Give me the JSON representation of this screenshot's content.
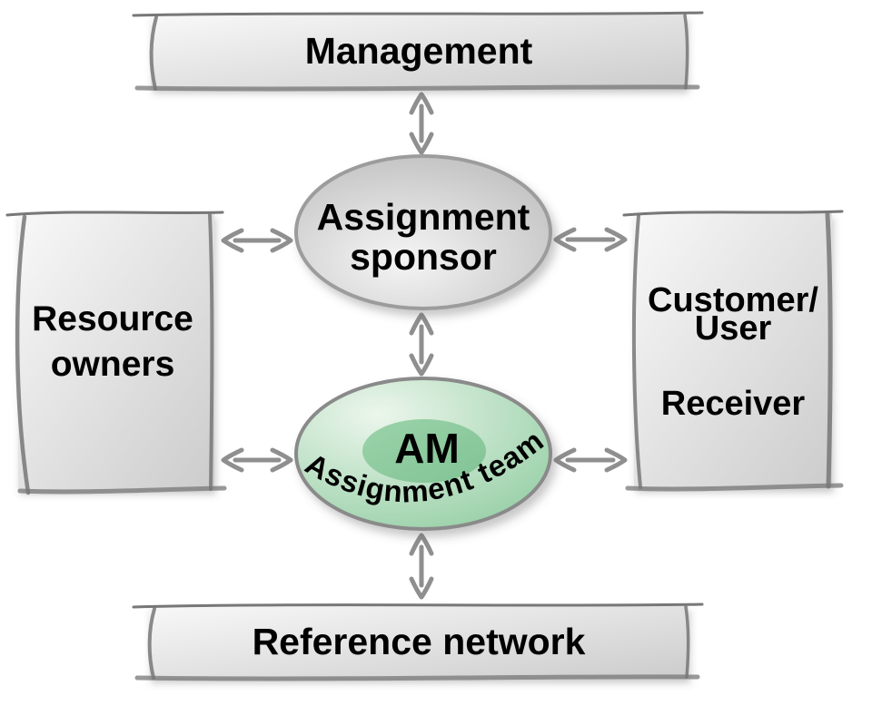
{
  "diagram": {
    "nodes": {
      "management": {
        "label": "Management"
      },
      "assignment_sponsor": {
        "line1": "Assignment",
        "line2": "sponsor"
      },
      "resource_owners": {
        "line1": "Resource",
        "line2": "owners"
      },
      "customer_user_receiver": {
        "line1": "Customer/",
        "line2": "User",
        "line3": "Receiver"
      },
      "assignment_team": {
        "abbr": "AM",
        "label": "Assignment team"
      },
      "reference_network": {
        "label": "Reference network"
      }
    },
    "connections": [
      {
        "from": "management",
        "to": "assignment_sponsor",
        "type": "bidirectional"
      },
      {
        "from": "resource_owners",
        "to": "assignment_sponsor",
        "type": "bidirectional"
      },
      {
        "from": "assignment_sponsor",
        "to": "customer_user_receiver",
        "type": "bidirectional"
      },
      {
        "from": "assignment_sponsor",
        "to": "assignment_team",
        "type": "bidirectional"
      },
      {
        "from": "resource_owners",
        "to": "assignment_team",
        "type": "bidirectional"
      },
      {
        "from": "assignment_team",
        "to": "customer_user_receiver",
        "type": "bidirectional"
      },
      {
        "from": "assignment_team",
        "to": "reference_network",
        "type": "bidirectional"
      }
    ],
    "colors": {
      "box_fill_light": "#f8f8f8",
      "box_fill_dark": "#cccccc",
      "sponsor_fill_light": "#f5f5f5",
      "sponsor_fill_dark": "#b9b9b9",
      "sponsor_ring": "#9c9c9c",
      "team_fill_light": "#ecf6ec",
      "team_fill_dark": "#8fcca0",
      "team_inner_light": "#9cd3aa",
      "team_inner_dark": "#80c394",
      "team_ring": "#8a8a8a",
      "arrow": "#8f8f8f",
      "sketch_stroke": "#777777",
      "text": "#000000"
    }
  }
}
